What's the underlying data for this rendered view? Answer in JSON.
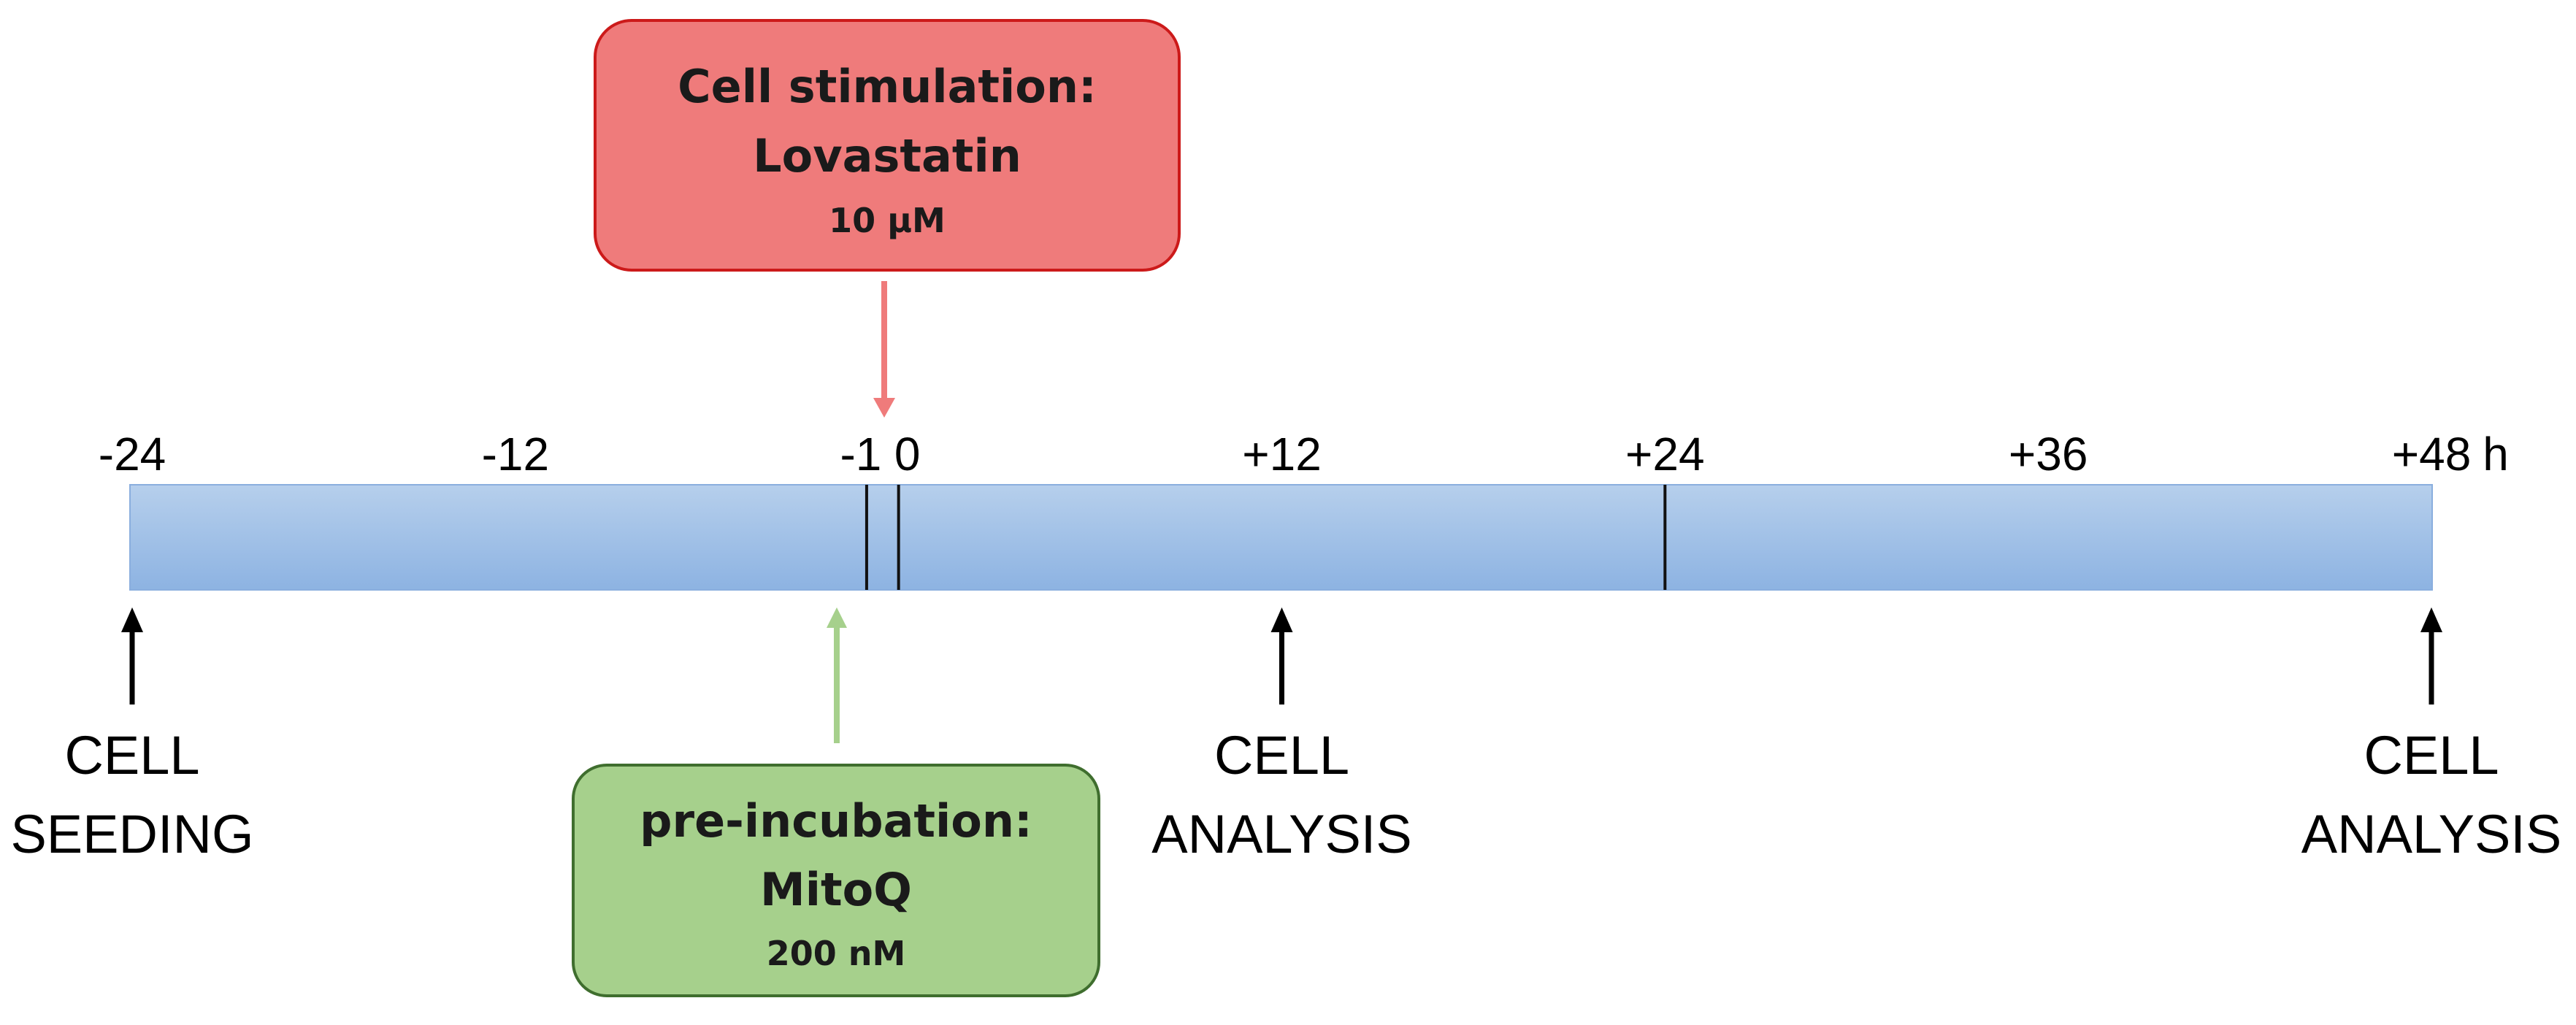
{
  "timeline": {
    "unit": "h",
    "ticks": [
      {
        "hour": -24,
        "label": "-24"
      },
      {
        "hour": -12,
        "label": "-12"
      },
      {
        "hour": -1,
        "label": "-1"
      },
      {
        "hour": 0,
        "label": "0"
      },
      {
        "hour": 12,
        "label": "+12"
      },
      {
        "hour": 24,
        "label": "+24"
      },
      {
        "hour": 36,
        "label": "+36"
      },
      {
        "hour": 48,
        "label": "+48"
      }
    ],
    "marker_lines_at": [
      -1,
      0,
      24
    ],
    "bar_color": "#9dbfe6"
  },
  "events": [
    {
      "hour": -24,
      "line1": "CELL",
      "line2": "SEEDING"
    },
    {
      "hour": 12,
      "line1": "CELL",
      "line2": "ANALYSIS"
    },
    {
      "hour": 48,
      "line1": "CELL",
      "line2": "ANALYSIS"
    }
  ],
  "stimulation_box": {
    "line1": "Cell stimulation:",
    "line2": "Lovastatin",
    "dose": "10 µM",
    "fill": "#ef7b7b",
    "border": "#cc1a1a",
    "arrow_color": "#ef7b7b"
  },
  "preincubation_box": {
    "line1": "pre-incubation:",
    "line2": "MitoQ",
    "dose": "200 nM",
    "fill": "#a6d08c",
    "border": "#3f6e2e",
    "arrow_color": "#a6d08c"
  }
}
